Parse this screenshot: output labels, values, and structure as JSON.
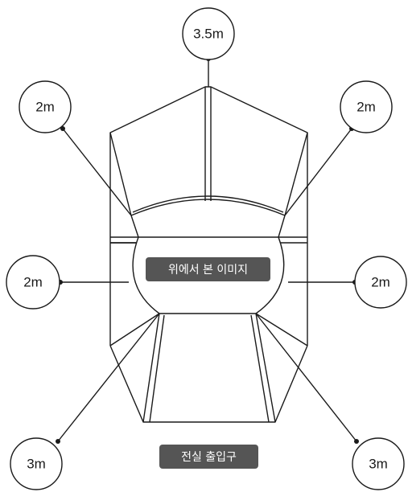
{
  "labels": {
    "top_view": "위에서 본 이미지",
    "entrance": "전실 출입구"
  },
  "distances": {
    "top": "3.5m",
    "upper_left": "2m",
    "upper_right": "2m",
    "middle_left": "2m",
    "middle_right": "2m",
    "lower_left": "3m",
    "lower_right": "3m"
  },
  "colors": {
    "line": "#1a1a1a",
    "tag_background": "#555555",
    "tag_text": "#ffffff"
  }
}
